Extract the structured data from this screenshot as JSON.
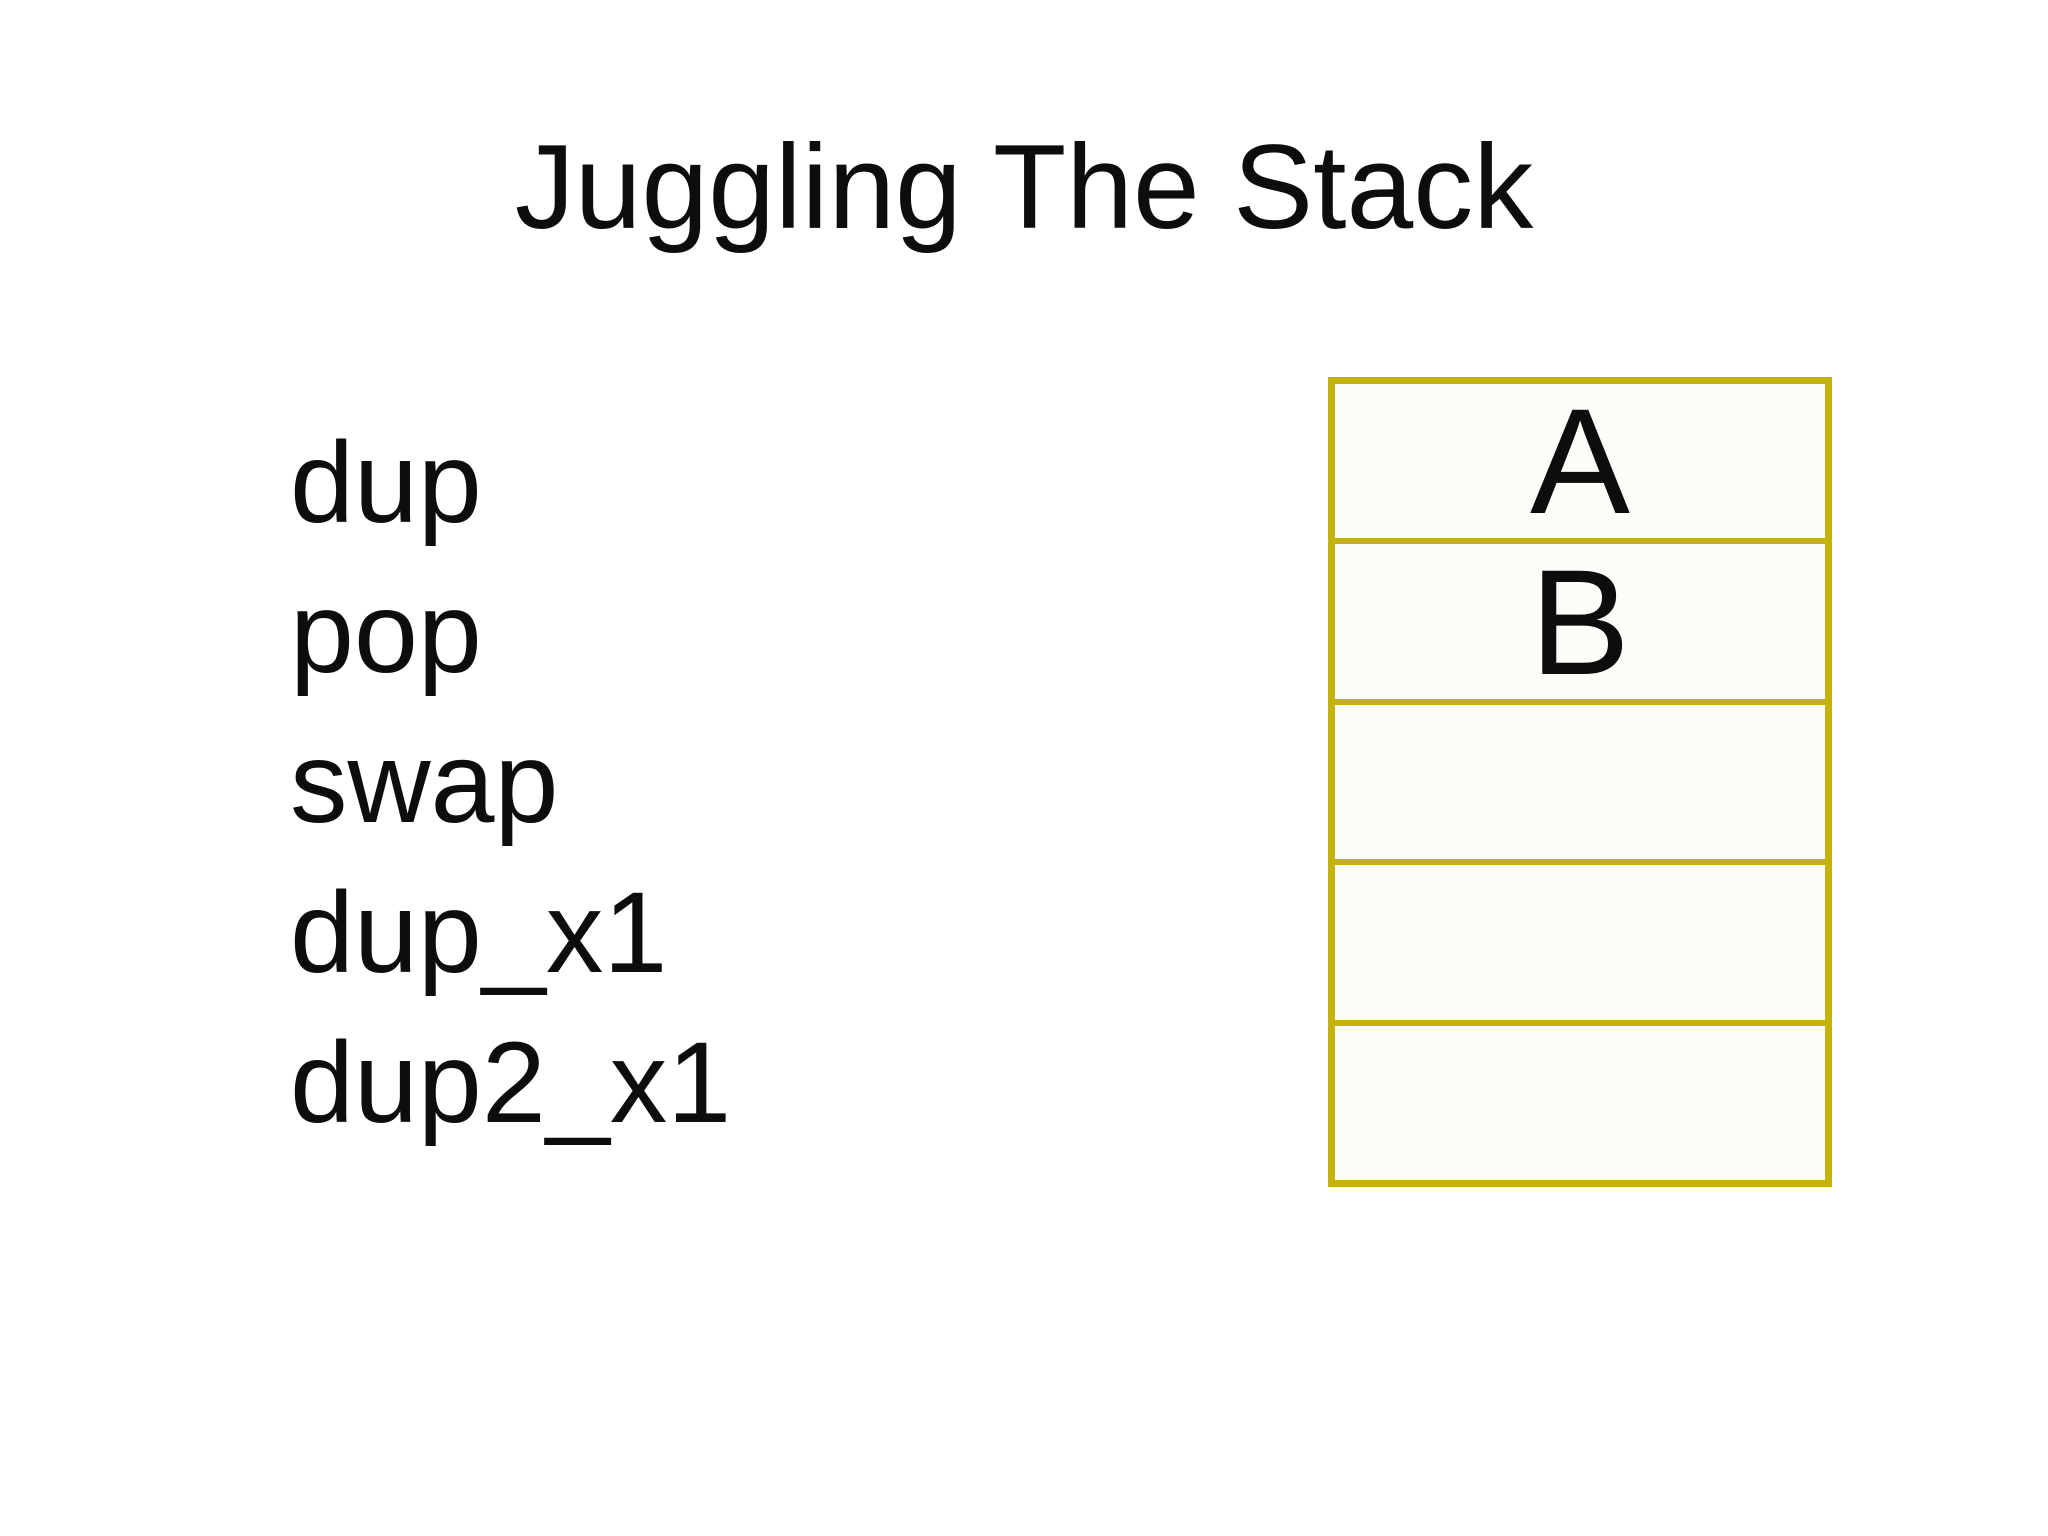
{
  "slide": {
    "title": "Juggling The Stack",
    "operations": [
      "dup",
      "pop",
      "swap",
      "dup_x1",
      "dup2_x1"
    ],
    "stack": {
      "cells": [
        "A",
        "B",
        "",
        "",
        ""
      ]
    },
    "colors": {
      "background": "#FFFFFF",
      "text": "#0D0D0D",
      "stack_border": "#C6B20C",
      "stack_cell_fill": "#FCFDF8"
    }
  }
}
